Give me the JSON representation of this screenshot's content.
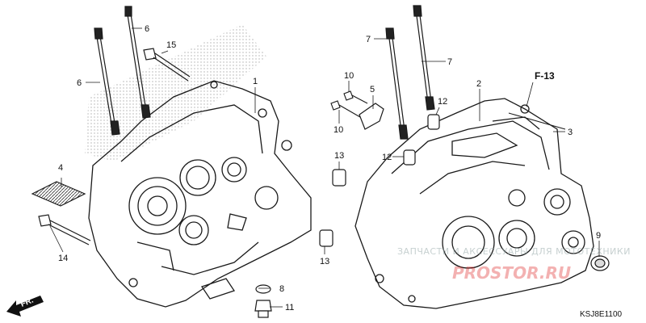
{
  "diagram": {
    "callouts": {
      "c1": "1",
      "c2": "2",
      "c3": "3",
      "c4": "4",
      "c5": "5",
      "c6a": "6",
      "c6b": "6",
      "c7a": "7",
      "c7b": "7",
      "c8": "8",
      "c9": "9",
      "c10a": "10",
      "c10b": "10",
      "c11": "11",
      "c12a": "12",
      "c12b": "12",
      "c13a": "13",
      "c13b": "13",
      "c14": "14",
      "c15": "15"
    },
    "figure_ref": "F-13",
    "direction_label": "FR.",
    "diagram_code": "KSJ8E1100",
    "watermark_line1": "ЗАПЧАСТИ И АКСЕССУАРЫ ДЛЯ МОТОТЕХНИКИ",
    "watermark_line2": "PROSTOR.RU"
  },
  "colors": {
    "line": "#1a1a1a",
    "shade": "#b8b8b8",
    "accent": "#d22"
  }
}
